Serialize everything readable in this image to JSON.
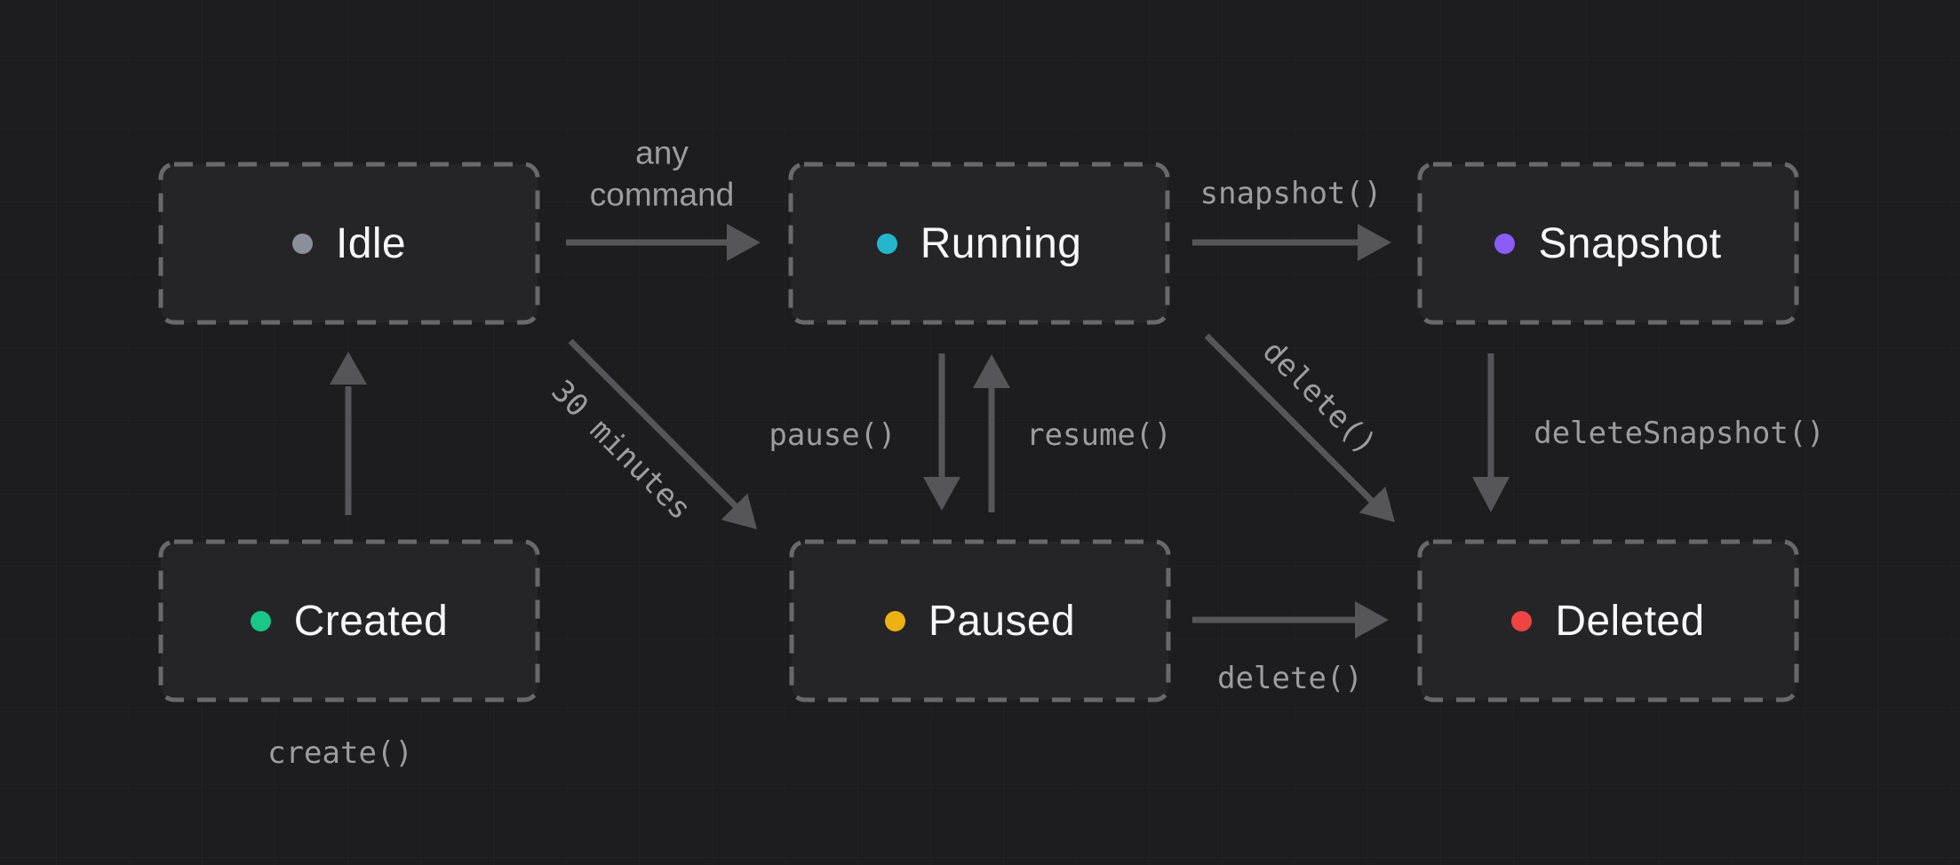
{
  "colors": {
    "background": "#1d1d1f",
    "node_fill": "#252528",
    "node_border": "#69696d",
    "node_text": "#f7f7f8",
    "edge_label": "#9d9da1",
    "arrow": "#56565a",
    "grid_line": "rgba(255,255,255,0.02)"
  },
  "nodes": [
    {
      "id": "idle",
      "label": "Idle",
      "dot_color": "#8b8f99"
    },
    {
      "id": "running",
      "label": "Running",
      "dot_color": "#24b6cc"
    },
    {
      "id": "snapshot",
      "label": "Snapshot",
      "dot_color": "#8b5cf6"
    },
    {
      "id": "created",
      "label": "Created",
      "dot_color": "#19c787"
    },
    {
      "id": "paused",
      "label": "Paused",
      "dot_color": "#edb112"
    },
    {
      "id": "deleted",
      "label": "Deleted",
      "dot_color": "#ef4444"
    }
  ],
  "edges": {
    "idle_to_running": {
      "label": "any command",
      "lines": [
        "any",
        "command"
      ]
    },
    "running_to_snapshot": {
      "label": "snapshot()"
    },
    "created_to_idle": {
      "label": "create()"
    },
    "idle_to_paused": {
      "label": "30 minutes"
    },
    "running_to_paused": {
      "label": "pause()"
    },
    "paused_to_running": {
      "label": "resume()"
    },
    "running_to_deleted": {
      "label": "delete()"
    },
    "snapshot_to_deleted": {
      "label": "deleteSnapshot()"
    },
    "paused_to_deleted": {
      "label": "delete()"
    }
  }
}
